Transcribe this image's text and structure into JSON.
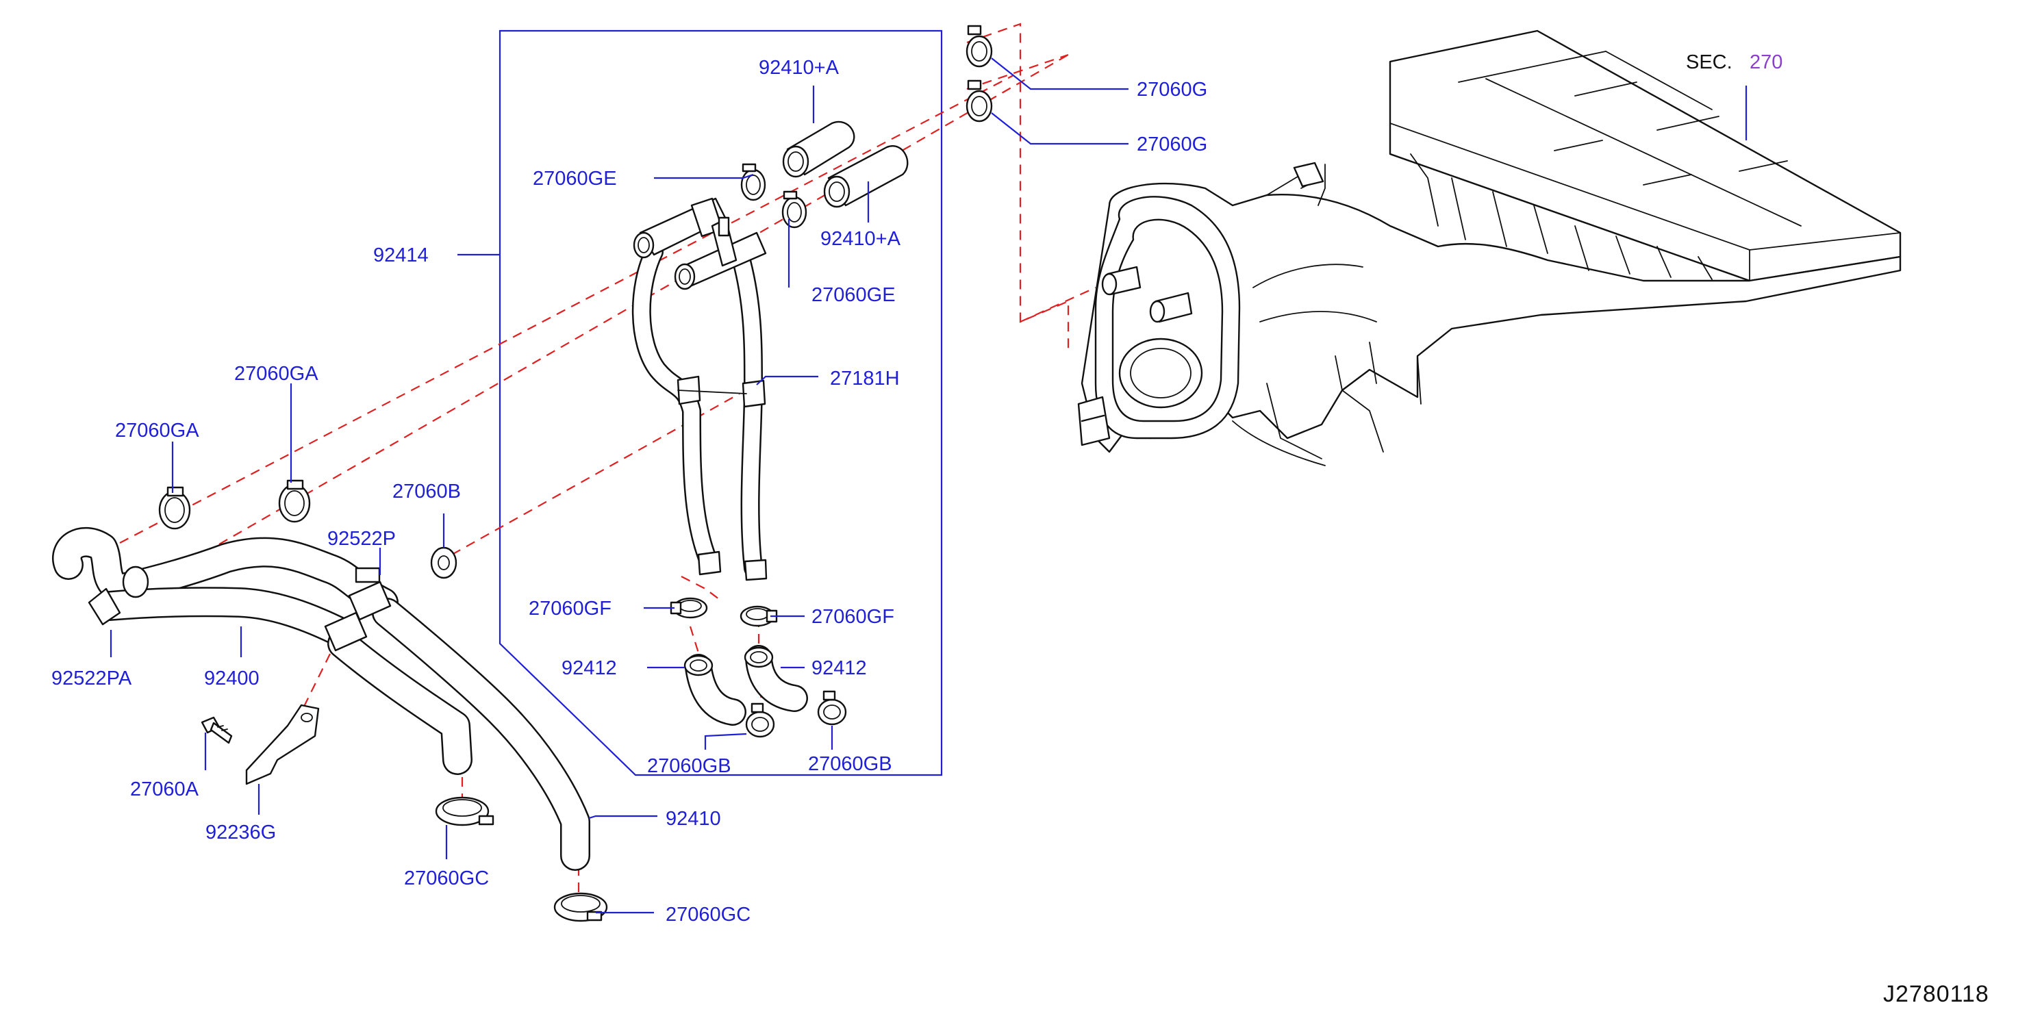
{
  "diagram_id": "J2780118",
  "section_ref": {
    "prefix": "SEC.",
    "number": "270"
  },
  "labels": {
    "p92410a_top": "92410+A",
    "p27060ge_left": "27060GE",
    "p92410a_bottom": "92410+A",
    "p27060ge_right": "27060GE",
    "p92414": "92414",
    "p27181h": "27181H",
    "p27060g_top": "27060G",
    "p27060g_bottom": "27060G",
    "p27060ga_right": "27060GA",
    "p27060ga_left": "27060GA",
    "p27060b": "27060B",
    "p92522p": "92522P",
    "p92522pa": "92522PA",
    "p92400": "92400",
    "p27060gf_left": "27060GF",
    "p27060gf_right": "27060GF",
    "p92412_left": "92412",
    "p92412_right": "92412",
    "p27060gb_left": "27060GB",
    "p27060gb_right": "27060GB",
    "p27060a": "27060A",
    "p92236g": "92236G",
    "p92410": "92410",
    "p27060gc_left": "27060GC",
    "p27060gc_right": "27060GC"
  },
  "colors": {
    "label": "#1f1fd6",
    "leader": "#1f1fd6",
    "dashed_path": "#e02020",
    "part_outline": "#111111",
    "section_number": "#8a3fd1"
  }
}
